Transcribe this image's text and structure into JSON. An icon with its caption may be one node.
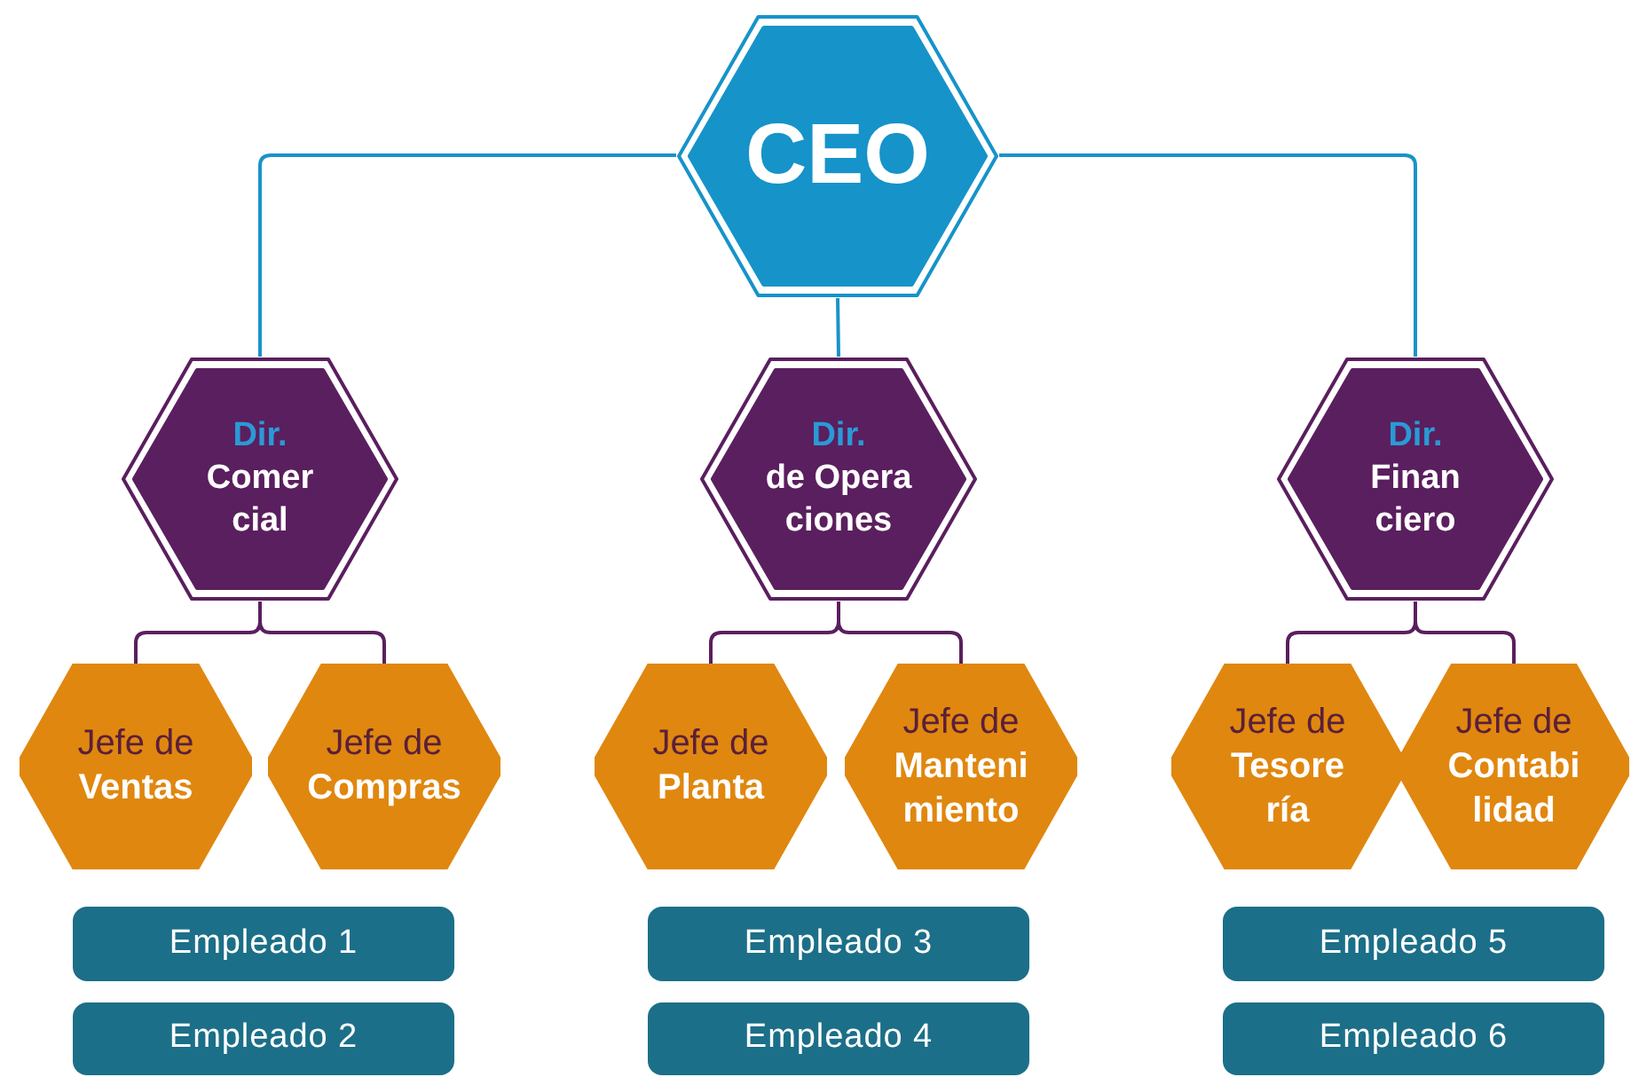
{
  "diagram": {
    "nodes": [
      {
        "text": [
          "CEO"
        ]
      },
      {
        "text": [
          "Dir.",
          "Comer cial"
        ]
      },
      {
        "text": [
          "Dir.",
          "de Opera ciones"
        ]
      },
      {
        "text": [
          "Dir.",
          "Finan ciero"
        ]
      },
      {
        "text": [
          "Jefe de",
          "Ventas"
        ]
      },
      {
        "text": [
          "Jefe de",
          "Compras"
        ]
      },
      {
        "text": [
          "Jefe de",
          "Planta"
        ]
      },
      {
        "text": [
          "Jefe de",
          "Manteni miento"
        ]
      },
      {
        "text": [
          "Jefe de",
          "Tesore ría"
        ]
      },
      {
        "text": [
          "Jefe de",
          "Contabi lidad"
        ]
      },
      {
        "text": [
          "Empleado 1"
        ]
      },
      {
        "text": [
          "Empleado 2"
        ]
      },
      {
        "text": [
          "Empleado 3"
        ]
      },
      {
        "text": [
          "Empleado 4"
        ]
      },
      {
        "text": [
          "Empleado 5"
        ]
      },
      {
        "text": [
          "Empleado 6"
        ]
      }
    ],
    "edges": [
      {
        "from": 0,
        "to": 1,
        "arrow": "none",
        "color": "#1a93c9"
      },
      {
        "from": 0,
        "to": 2,
        "arrow": "none",
        "color": "#1a93c9"
      },
      {
        "from": 0,
        "to": 3,
        "arrow": "none",
        "color": "#1a93c9"
      },
      {
        "from": 1,
        "to": 4,
        "arrow": "none"
      },
      {
        "from": 1,
        "to": 5,
        "arrow": "none"
      },
      {
        "from": 2,
        "to": 6,
        "arrow": "none"
      },
      {
        "from": 2,
        "to": 7,
        "arrow": "none"
      },
      {
        "from": 3,
        "to": 8,
        "arrow": "none"
      },
      {
        "from": 3,
        "to": 9,
        "arrow": "none"
      }
    ]
  }
}
